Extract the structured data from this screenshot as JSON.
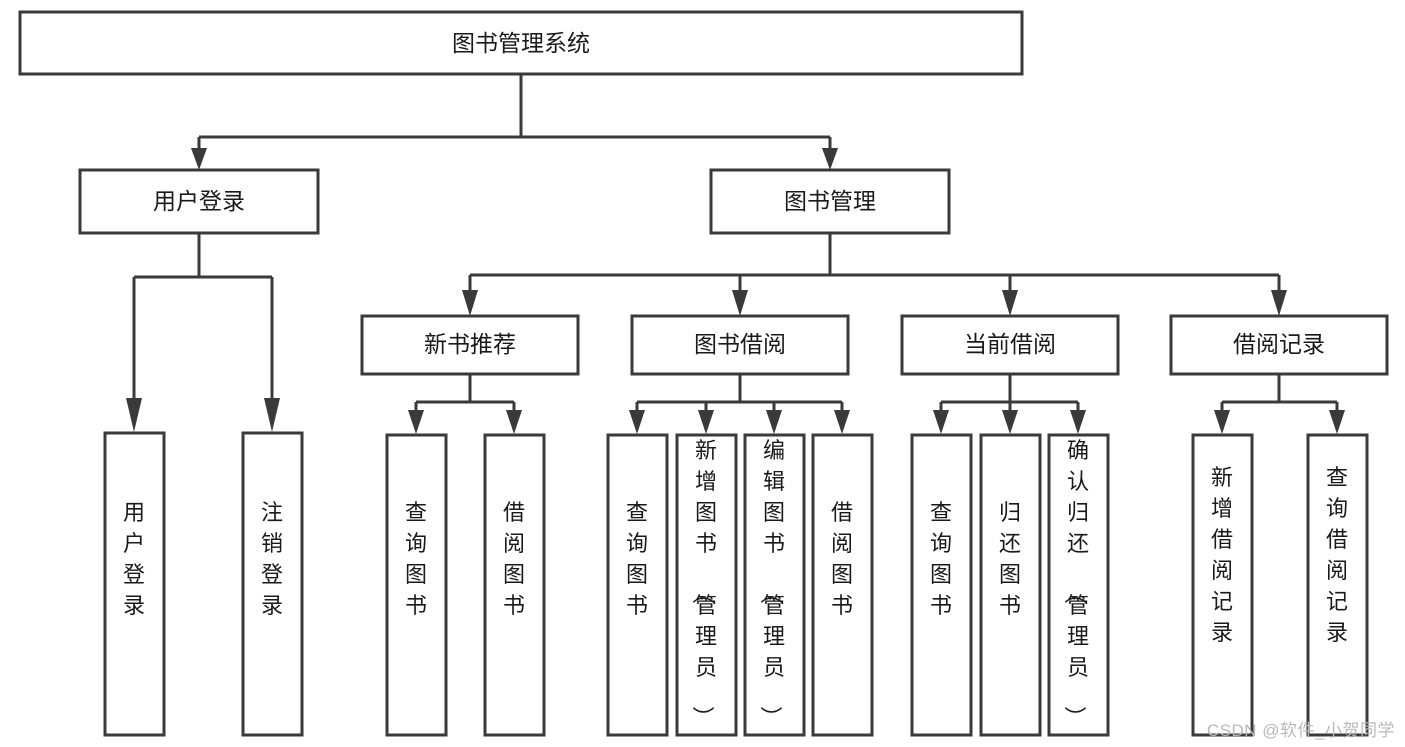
{
  "diagram": {
    "type": "tree-hierarchy",
    "title": "图书管理系统",
    "root": {
      "id": "root",
      "label": "图书管理系统"
    },
    "level2": [
      {
        "id": "user-login",
        "label": "用户登录"
      },
      {
        "id": "book-manage",
        "label": "图书管理"
      }
    ],
    "level3": [
      {
        "id": "new-book-rec",
        "label": "新书推荐",
        "parent": "book-manage"
      },
      {
        "id": "book-borrow",
        "label": "图书借阅",
        "parent": "book-manage"
      },
      {
        "id": "current-borrow",
        "label": "当前借阅",
        "parent": "book-manage"
      },
      {
        "id": "borrow-record",
        "label": "借阅记录",
        "parent": "book-manage"
      }
    ],
    "leaves": [
      {
        "id": "leaf-user-login",
        "label": "用户登录",
        "parent": "user-login"
      },
      {
        "id": "leaf-user-logout",
        "label": "注销登录",
        "parent": "user-login"
      },
      {
        "id": "leaf-query-book-1",
        "label": "查询图书",
        "parent": "new-book-rec"
      },
      {
        "id": "leaf-borrow-book-1",
        "label": "借阅图书",
        "parent": "new-book-rec"
      },
      {
        "id": "leaf-query-book-2",
        "label": "查询图书",
        "parent": "book-borrow"
      },
      {
        "id": "leaf-add-book",
        "label": "新增图书（管理员）",
        "parent": "book-borrow"
      },
      {
        "id": "leaf-edit-book",
        "label": "编辑图书（管理员）",
        "parent": "book-borrow"
      },
      {
        "id": "leaf-borrow-book-2",
        "label": "借阅图书",
        "parent": "book-borrow"
      },
      {
        "id": "leaf-query-book-3",
        "label": "查询图书",
        "parent": "current-borrow"
      },
      {
        "id": "leaf-return-book",
        "label": "归还图书",
        "parent": "current-borrow"
      },
      {
        "id": "leaf-confirm-return",
        "label": "确认归还（管理员）",
        "parent": "current-borrow"
      },
      {
        "id": "leaf-add-record",
        "label": "新增借阅记录",
        "parent": "borrow-record"
      },
      {
        "id": "leaf-query-record",
        "label": "查询借阅记录",
        "parent": "borrow-record"
      }
    ],
    "colors": {
      "box_stroke": "#3a3a3a",
      "box_fill": "#ffffff",
      "connector": "#3a3a3a",
      "text": "#1a1a1a",
      "background": "#ffffff",
      "watermark": "#b9b9b9"
    }
  },
  "watermark": {
    "text": "CSDN @软件_小贺同学"
  }
}
